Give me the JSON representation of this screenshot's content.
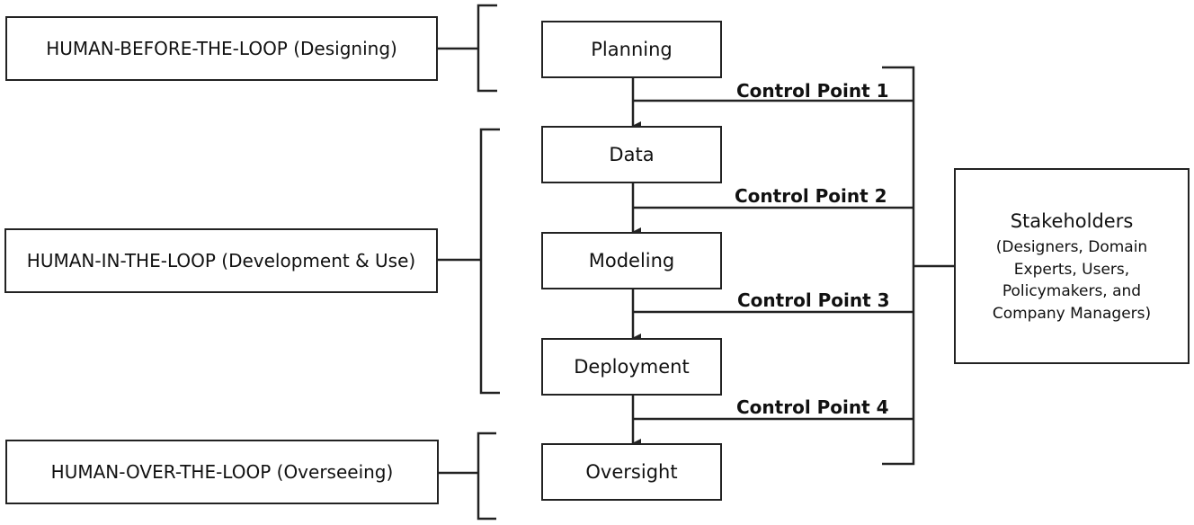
{
  "loops": {
    "before": "HUMAN-BEFORE-THE-LOOP (Designing)",
    "in": "HUMAN-IN-THE-LOOP (Development & Use)",
    "over": "HUMAN-OVER-THE-LOOP (Overseeing)"
  },
  "stages": {
    "planning": "Planning",
    "data": "Data",
    "modeling": "Modeling",
    "deployment": "Deployment",
    "oversight": "Oversight"
  },
  "control_points": {
    "cp1": "Control Point 1",
    "cp2": "Control Point 2",
    "cp3": "Control Point 3",
    "cp4": "Control Point 4"
  },
  "stakeholders": {
    "title": "Stakeholders",
    "line1": "(Designers, Domain",
    "line2": "Experts, Users,",
    "line3": "Policymakers, and",
    "line4": "Company Managers)"
  }
}
